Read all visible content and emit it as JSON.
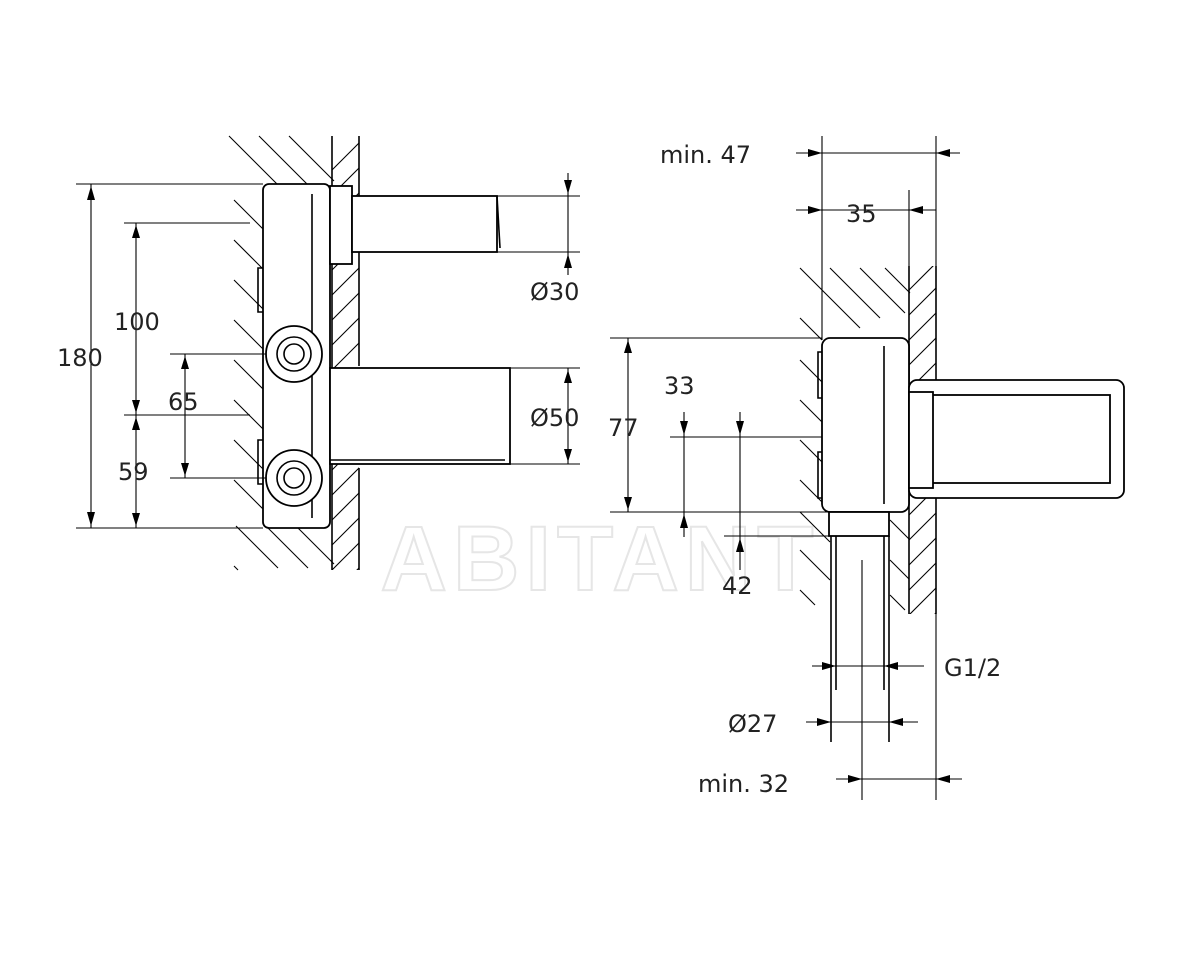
{
  "watermark": "ABITANT",
  "left_view": {
    "dim_180": "180",
    "dim_100": "100",
    "dim_65": "65",
    "dim_59": "59",
    "dim_d30": "Ø30",
    "dim_d50": "Ø50"
  },
  "right_view": {
    "dim_min47": "min. 47",
    "dim_35": "35",
    "dim_77": "77",
    "dim_33": "33",
    "dim_42": "42",
    "dim_g12": "G1/2",
    "dim_d27": "Ø27",
    "dim_min32": "min. 32"
  }
}
